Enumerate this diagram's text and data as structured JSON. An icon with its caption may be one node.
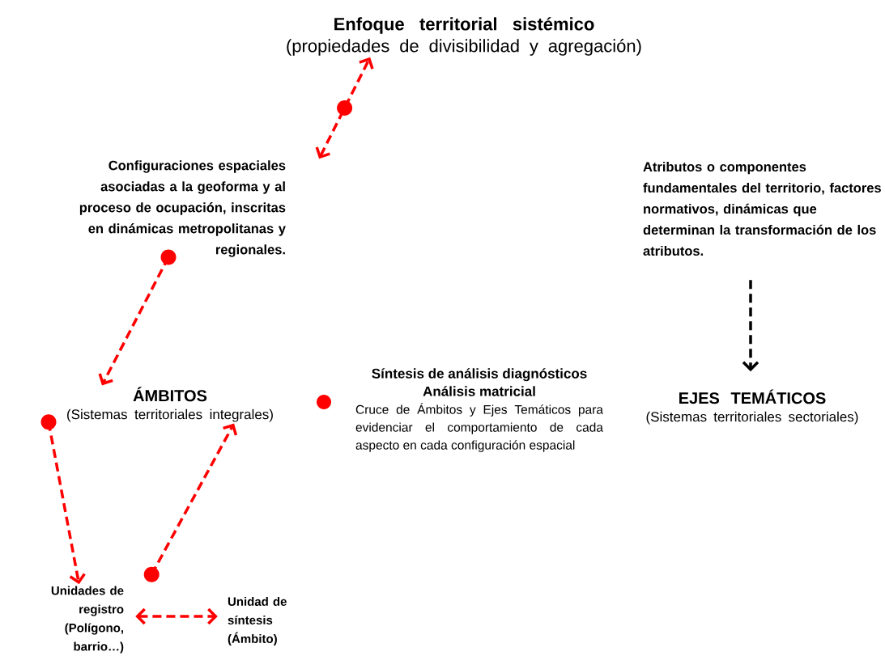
{
  "diagram": {
    "nodes": [
      {
        "text": [
          "Enfoque territorial sistémico",
          "(propiedades de divisibilidad y agregación)"
        ]
      },
      {
        "text": [
          "Configuraciones espaciales asociadas a la geoforma y al proceso de ocupación, inscritas en dinámicas metropolitanas y regionales."
        ]
      },
      {
        "text": [
          "Atributos o componentes fundamentales del territorio, factores normativos, dinámicas que determinan la transformación de los atributos."
        ]
      },
      {
        "text": [
          "ÁMBITOS",
          "(Sistemas territoriales integrales)"
        ]
      },
      {
        "text": [
          "Síntesis de análisis diagnósticos",
          "Análisis matricial",
          "Cruce de Ámbitos y Ejes Temáticos para evidenciar el comportamiento de cada aspecto en cada configuración espacial"
        ]
      },
      {
        "text": [
          "EJES TEMÁTICOS",
          "(Sistemas territoriales sectoriales)"
        ]
      },
      {
        "text": [
          "Unidades de registro (Polígono, barrio…)"
        ]
      },
      {
        "text": [
          "Unidad de síntesis (Ámbito)"
        ]
      }
    ],
    "edges": [
      {
        "from": 1,
        "to": 0,
        "arrow": "both",
        "style": "dashed"
      },
      {
        "from": 1,
        "to": 3,
        "arrow": "to",
        "style": "dashed"
      },
      {
        "from": 3,
        "to": 6,
        "arrow": "to",
        "style": "dashed"
      },
      {
        "from": 6,
        "to": 3,
        "arrow": "to",
        "style": "dashed"
      },
      {
        "from": 6,
        "to": 7,
        "arrow": "both",
        "style": "dashed"
      },
      {
        "from": 2,
        "to": 5,
        "arrow": "to",
        "style": "dashed",
        "color": "#000000"
      }
    ]
  }
}
